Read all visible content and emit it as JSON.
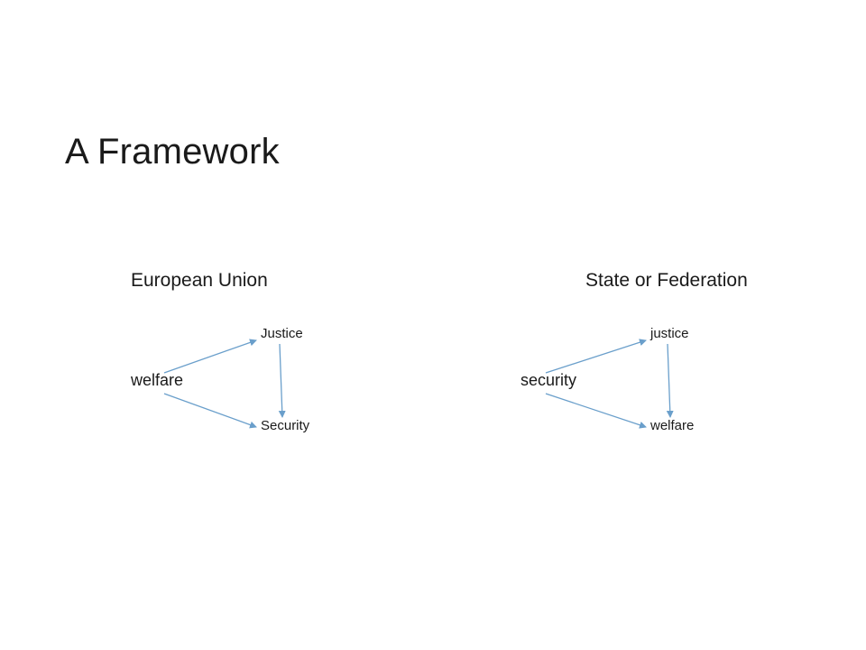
{
  "title": "A Framework",
  "diagrams": [
    {
      "heading": "European Union",
      "nodes": {
        "origin": "welfare",
        "apex": "Justice",
        "base": "Security"
      }
    },
    {
      "heading": "State or Federation",
      "nodes": {
        "origin": "security",
        "apex": "justice",
        "base": "welfare"
      }
    }
  ],
  "arrow_color": "#6a9fcb"
}
